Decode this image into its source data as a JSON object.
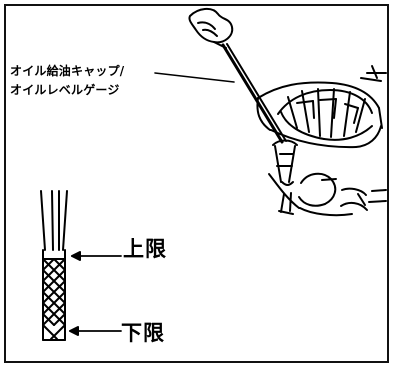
{
  "callout": {
    "line1": "オイル給油キャップ/",
    "line2": "オイルレベルゲージ"
  },
  "dipstick": {
    "upper_label": "上限",
    "lower_label": "下限"
  }
}
